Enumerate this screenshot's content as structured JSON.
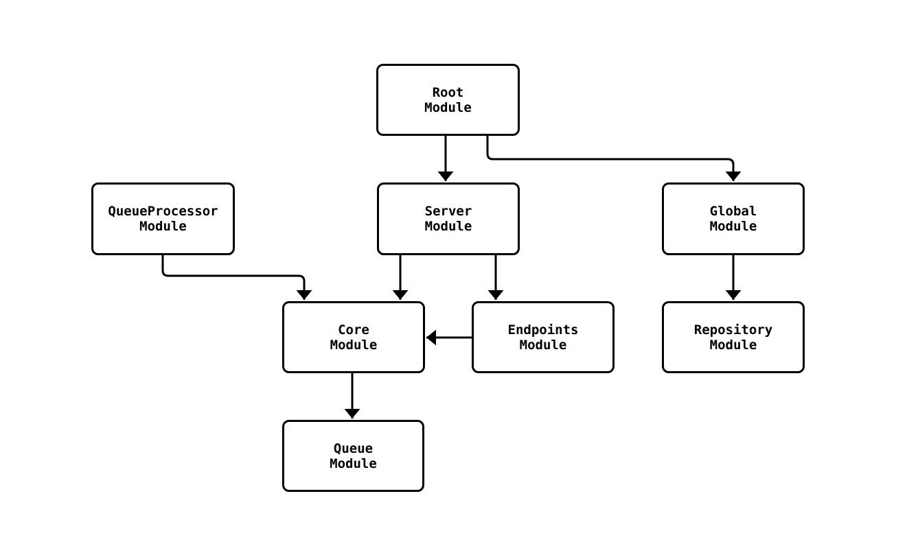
{
  "diagram": {
    "type": "module-dependency-flowchart",
    "colors": {
      "background": "#ffffff",
      "stroke": "#000000",
      "node_fill": "#ffffff",
      "text": "#000000"
    },
    "nodes": [
      {
        "id": "root",
        "label": "Root\nModule"
      },
      {
        "id": "queueprocessor",
        "label": "QueueProcessor\nModule"
      },
      {
        "id": "server",
        "label": "Server\nModule"
      },
      {
        "id": "global",
        "label": "Global\nModule"
      },
      {
        "id": "core",
        "label": "Core\nModule"
      },
      {
        "id": "endpoints",
        "label": "Endpoints\nModule"
      },
      {
        "id": "repository",
        "label": "Repository\nModule"
      },
      {
        "id": "queue",
        "label": "Queue\nModule"
      }
    ],
    "edges": [
      {
        "from": "root",
        "to": "server"
      },
      {
        "from": "root",
        "to": "global"
      },
      {
        "from": "queueprocessor",
        "to": "core"
      },
      {
        "from": "server",
        "to": "core"
      },
      {
        "from": "server",
        "to": "endpoints"
      },
      {
        "from": "endpoints",
        "to": "core"
      },
      {
        "from": "core",
        "to": "queue"
      },
      {
        "from": "global",
        "to": "repository"
      }
    ]
  }
}
